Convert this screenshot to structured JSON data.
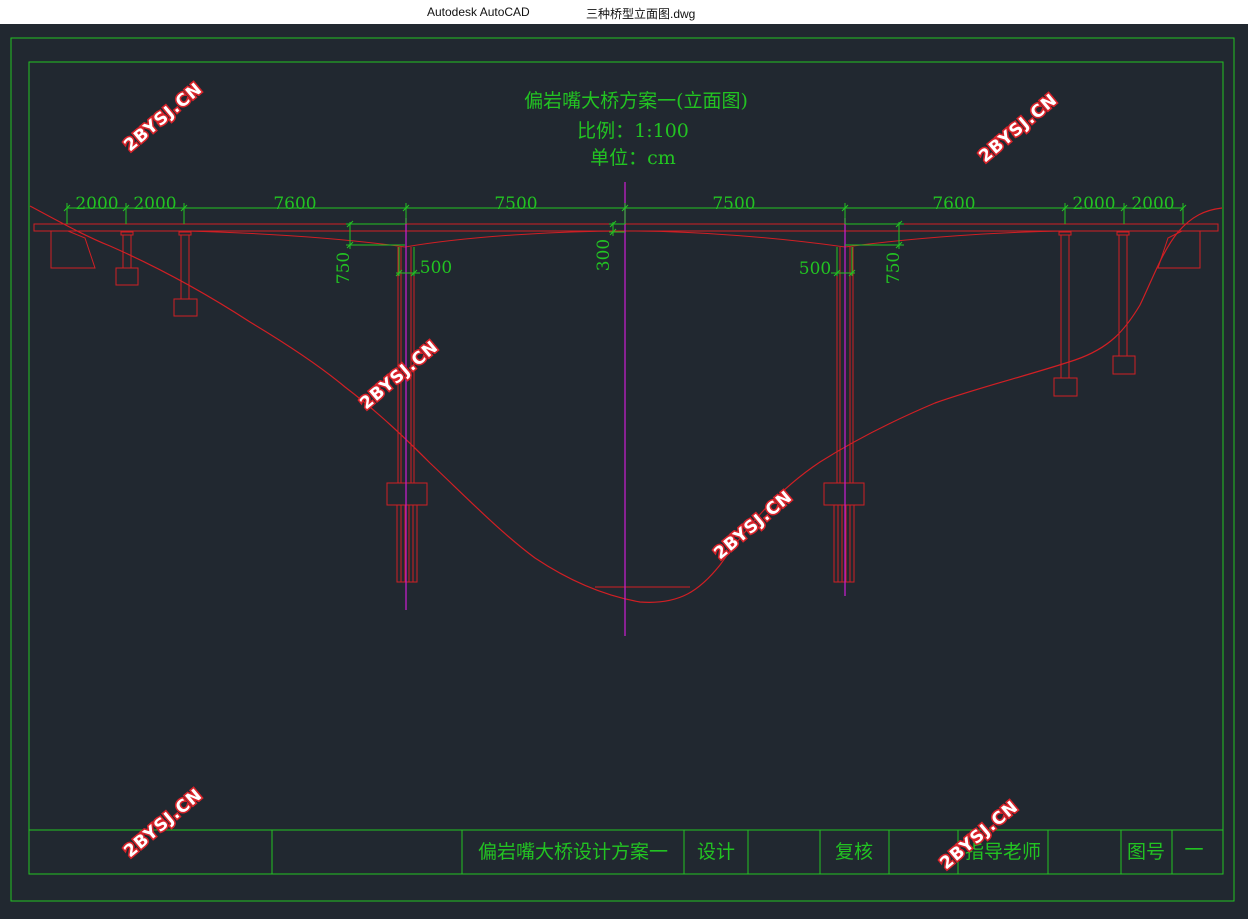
{
  "window": {
    "app_name": "Autodesk AutoCAD",
    "file_name": "三种桥型立面图.dwg"
  },
  "drawing": {
    "title": "偏岩嘴大桥方案一(立面图)",
    "scale": "比例：1:100",
    "unit": "单位：cm",
    "dimensions": {
      "spans": [
        "2000",
        "2000",
        "7600",
        "7500",
        "7500",
        "7600",
        "2000",
        "2000"
      ],
      "left_depth": "750",
      "left_width": "500",
      "mid_depth": "300",
      "right_width": "500",
      "right_depth": "750"
    },
    "title_block": {
      "project_name": "偏岩嘴大桥设计方案一",
      "design_label": "设计",
      "review_label": "复核",
      "advisor_label": "指导老师",
      "drawing_no_label": "图号",
      "drawing_no_value": "一"
    },
    "watermark": "2BYSJ.CN"
  },
  "colors": {
    "background": "#212830",
    "frame": "#22c322",
    "structure": "#d11f24",
    "dimension": "#22c322",
    "centerline": "#c01ec8"
  }
}
